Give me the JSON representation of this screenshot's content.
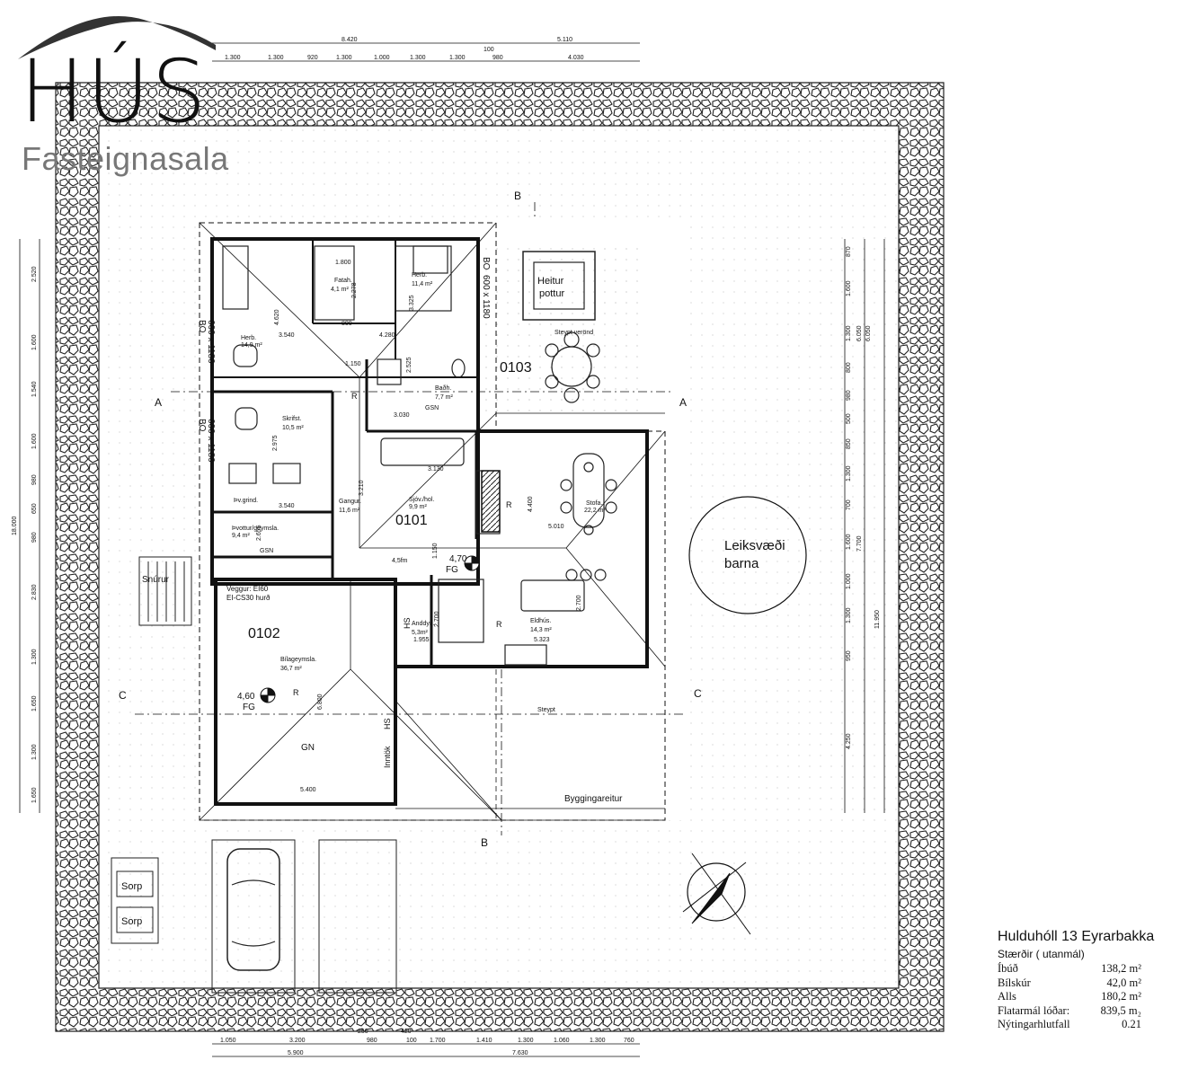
{
  "logo": {
    "brand": "HÚS",
    "tagline": "Fasteignasala"
  },
  "dimensions": {
    "top_outer": [
      "8.420",
      "5.110"
    ],
    "top_inner": [
      "1.300",
      "1.300",
      "920",
      "1.300",
      "1.000",
      "1.300",
      "1.300",
      "100",
      "980",
      "4.030"
    ],
    "bottom_outer": [
      "5.900",
      "7.630"
    ],
    "bottom_inner": [
      "1.050",
      "3.200",
      "250",
      "980",
      "420",
      "100",
      "1.700",
      "1.410",
      "1.300",
      "1.060",
      "1.300",
      "760"
    ],
    "left_outer": "18.000",
    "left_inner": [
      "2.520",
      "1.600",
      "1.540",
      "1.600",
      "980",
      "650",
      "980",
      "2.830",
      "1.300",
      "1.650",
      "1.300",
      "1.650"
    ],
    "right_outer_a": "6.050",
    "right_outer_b": "7.700",
    "right_outer_c": "11.950",
    "right_inner_b": "6.050",
    "right_inner": [
      "870",
      "1.600",
      "1.300",
      "800",
      "980",
      "500",
      "850",
      "1.300",
      "700",
      "1.600",
      "1.000",
      "1.300",
      "950",
      "4.250"
    ]
  },
  "section_markers": {
    "a_left": "A",
    "a_right": "A",
    "b_top": "B",
    "b_bottom": "B",
    "c_left": "C",
    "c_right": "C"
  },
  "rooms": {
    "herb1_name": "Herb.",
    "herb1_area": "11,4 m²",
    "fatah_name": "Fatah.",
    "fatah_area": "4,1 m²",
    "herb2_name": "Herb.",
    "herb2_area": "14,9 m²",
    "skrifst_name": "Skrifst.",
    "skrifst_area": "10,5 m²",
    "bad_name": "Baðh.",
    "bad_area": "7,7 m²",
    "sjonv_name": "Sjóv./hol.",
    "sjonv_area": "9,9 m²",
    "gangur_name": "Gangur.",
    "gangur_area": "11,6 m²",
    "stofa_name": "Stofa.",
    "stofa_area": "22,2 m²",
    "eldhus_name": "Eldhús.",
    "eldhus_area": "14,3 m²",
    "anddyri_name": "Anddyri.",
    "anddyri_area": "5,3m²",
    "thvottur_name": "Þvottur/geymsla.",
    "thvottur_area": "9,4 m²",
    "bilageymsla_name": "Bílageymsla.",
    "bilageymsla_area": "36,7 m²",
    "thvgrind": "Þv.grind.",
    "unit_0101": "0101",
    "unit_0102": "0102",
    "unit_0103": "0103",
    "heitur_line1": "Heitur",
    "heitur_line2": "pottur",
    "steypt_verond": "Steypt verönd",
    "leiksvaedi_line1": "Leiksvæði",
    "leiksvaedi_line2": "barna",
    "snurur": "Snúrur",
    "sorp1": "Sorp",
    "sorp2": "Sorp",
    "byggingareitur": "Byggingareitur",
    "steypt": "Steypt",
    "veggur": "Veggur:  EI60",
    "hurd": "EI-CS30 hurð",
    "fg1_level": "4,70",
    "fg1_label": "FG",
    "fg2_level": "4,60",
    "fg2_label": "FG",
    "gsn1": "GSN",
    "gsn2": "GSN",
    "gn": "GN",
    "r_label": "R",
    "hs1": "HS",
    "hs2": "HS",
    "inntok": "Inntök",
    "bo_top_right": "BO",
    "window_top_right": "600 x 1180",
    "bo_left1": "BO",
    "window_left1": "600 x 1180",
    "bo_left2": "BO",
    "window_left2": "600 x 1180",
    "inner_dims": [
      "1.800",
      "2.278",
      "800",
      "3.325",
      "4.620",
      "3.540",
      "4.280",
      "1.150",
      "2.525",
      "3.030",
      "2.975",
      "3.130",
      "3.540",
      "3.210",
      "2.655",
      "4.400",
      "5.010",
      "1.150",
      "4,5fm",
      "2.700",
      "2.700",
      "1.955",
      "5.323",
      "6.800",
      "5.400"
    ]
  },
  "info": {
    "title": "Hulduhóll 13  Eyrarbakka",
    "subtitle": "Stærðir    ( utanmál)",
    "rows": [
      {
        "k": "Íbúð",
        "v": "138,2 m²"
      },
      {
        "k": "Bílskúr",
        "v": "42,0 m²"
      },
      {
        "k": "Alls",
        "v": "180,2 m²"
      },
      {
        "k": "Flatarmál lóðar:",
        "v": "839,5 m₂"
      },
      {
        "k": "Nýtingarhlutfall",
        "v": "0.21"
      }
    ]
  }
}
